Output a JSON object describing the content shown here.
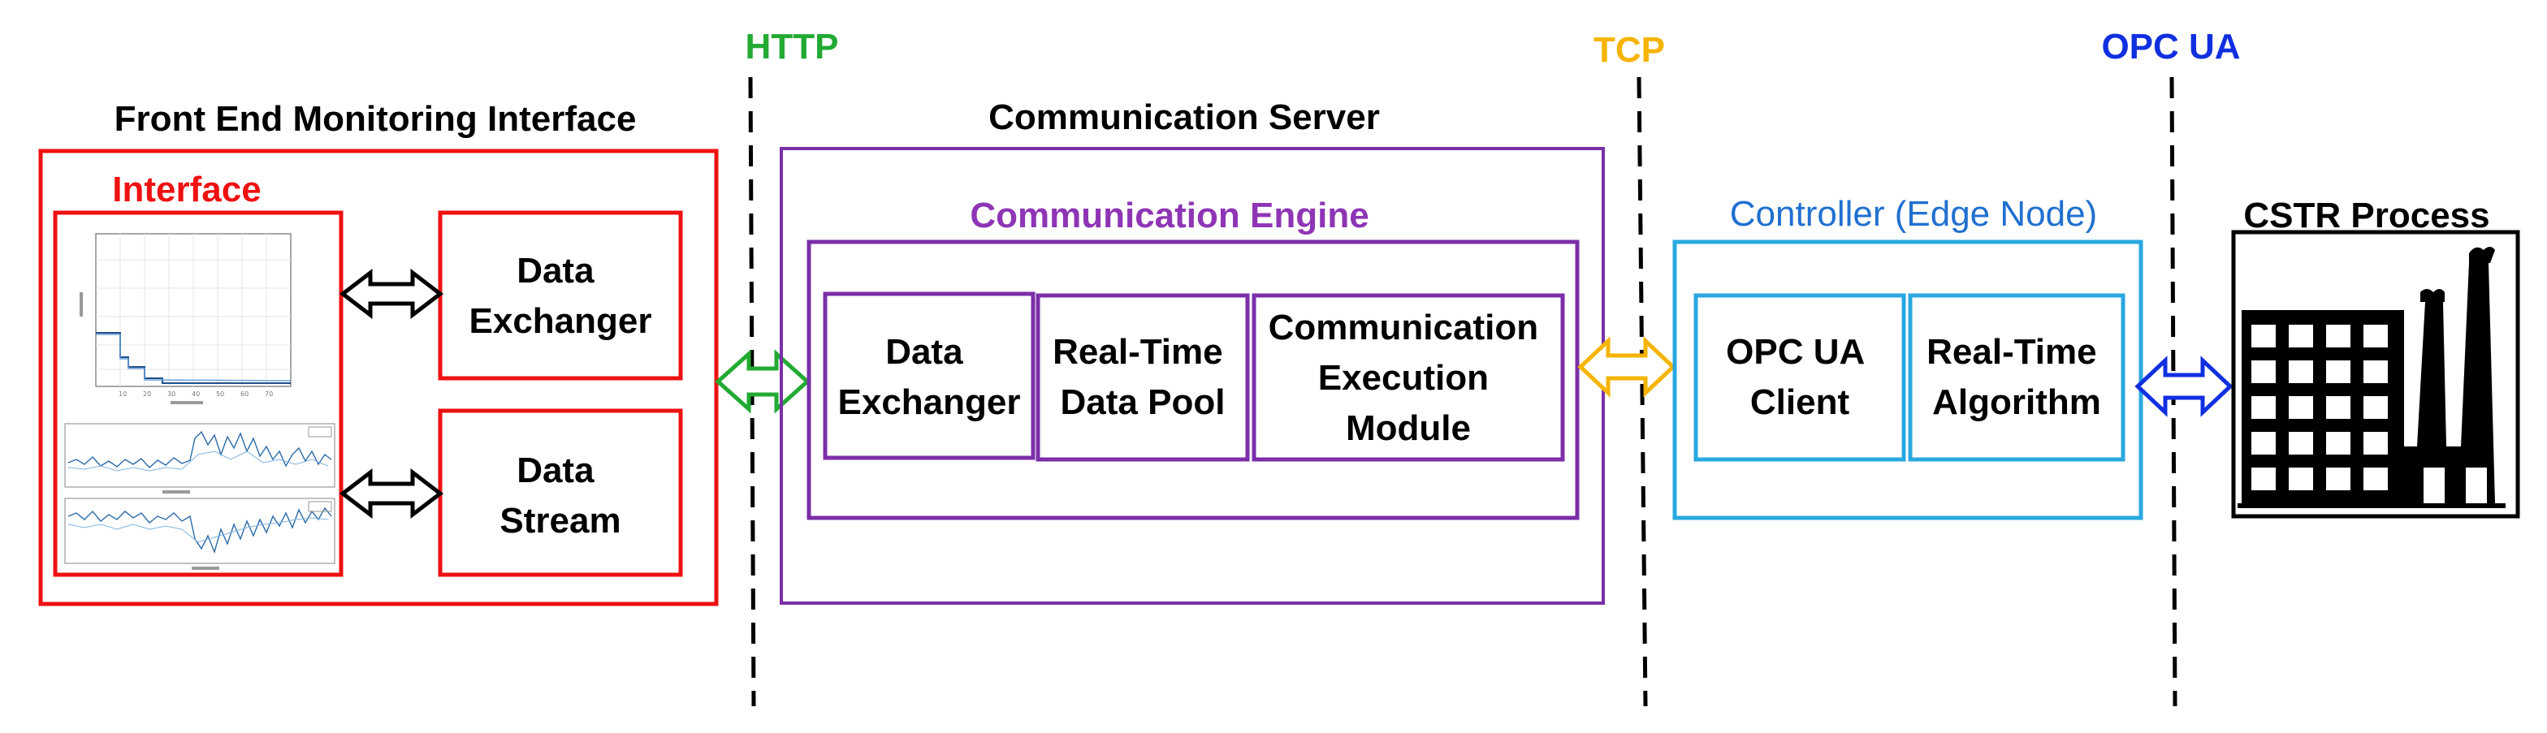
{
  "protocols": {
    "http": "HTTP",
    "tcp": "TCP",
    "opcua": "OPC UA"
  },
  "frontend": {
    "title": "Front End Monitoring Interface",
    "interface_label": "Interface",
    "data_exchanger": [
      "Data",
      "Exchanger"
    ],
    "data_stream": [
      "Data",
      "Stream"
    ]
  },
  "server": {
    "title": "Communication Server",
    "engine_label": "Communication Engine",
    "data_exchanger": [
      "Data",
      "Exchanger"
    ],
    "data_pool": [
      "Real-Time",
      "Data Pool"
    ],
    "exec_module": [
      "Communication",
      "Execution",
      "Module"
    ]
  },
  "controller": {
    "title": "Controller (Edge Node)",
    "client": [
      "OPC UA",
      "Client"
    ],
    "algorithm": [
      "Real-Time",
      "Algorithm"
    ]
  },
  "process": {
    "title": "CSTR Process"
  },
  "colors": {
    "red": "#ee1111",
    "purple": "#7b2fa8",
    "purple_engine": "#8e35b5",
    "light_blue": "#29a8e0",
    "controller_title": "#2070d0",
    "green": "#22aa33",
    "orange": "#f5b400",
    "blue": "#1030e0",
    "black": "#000000"
  }
}
